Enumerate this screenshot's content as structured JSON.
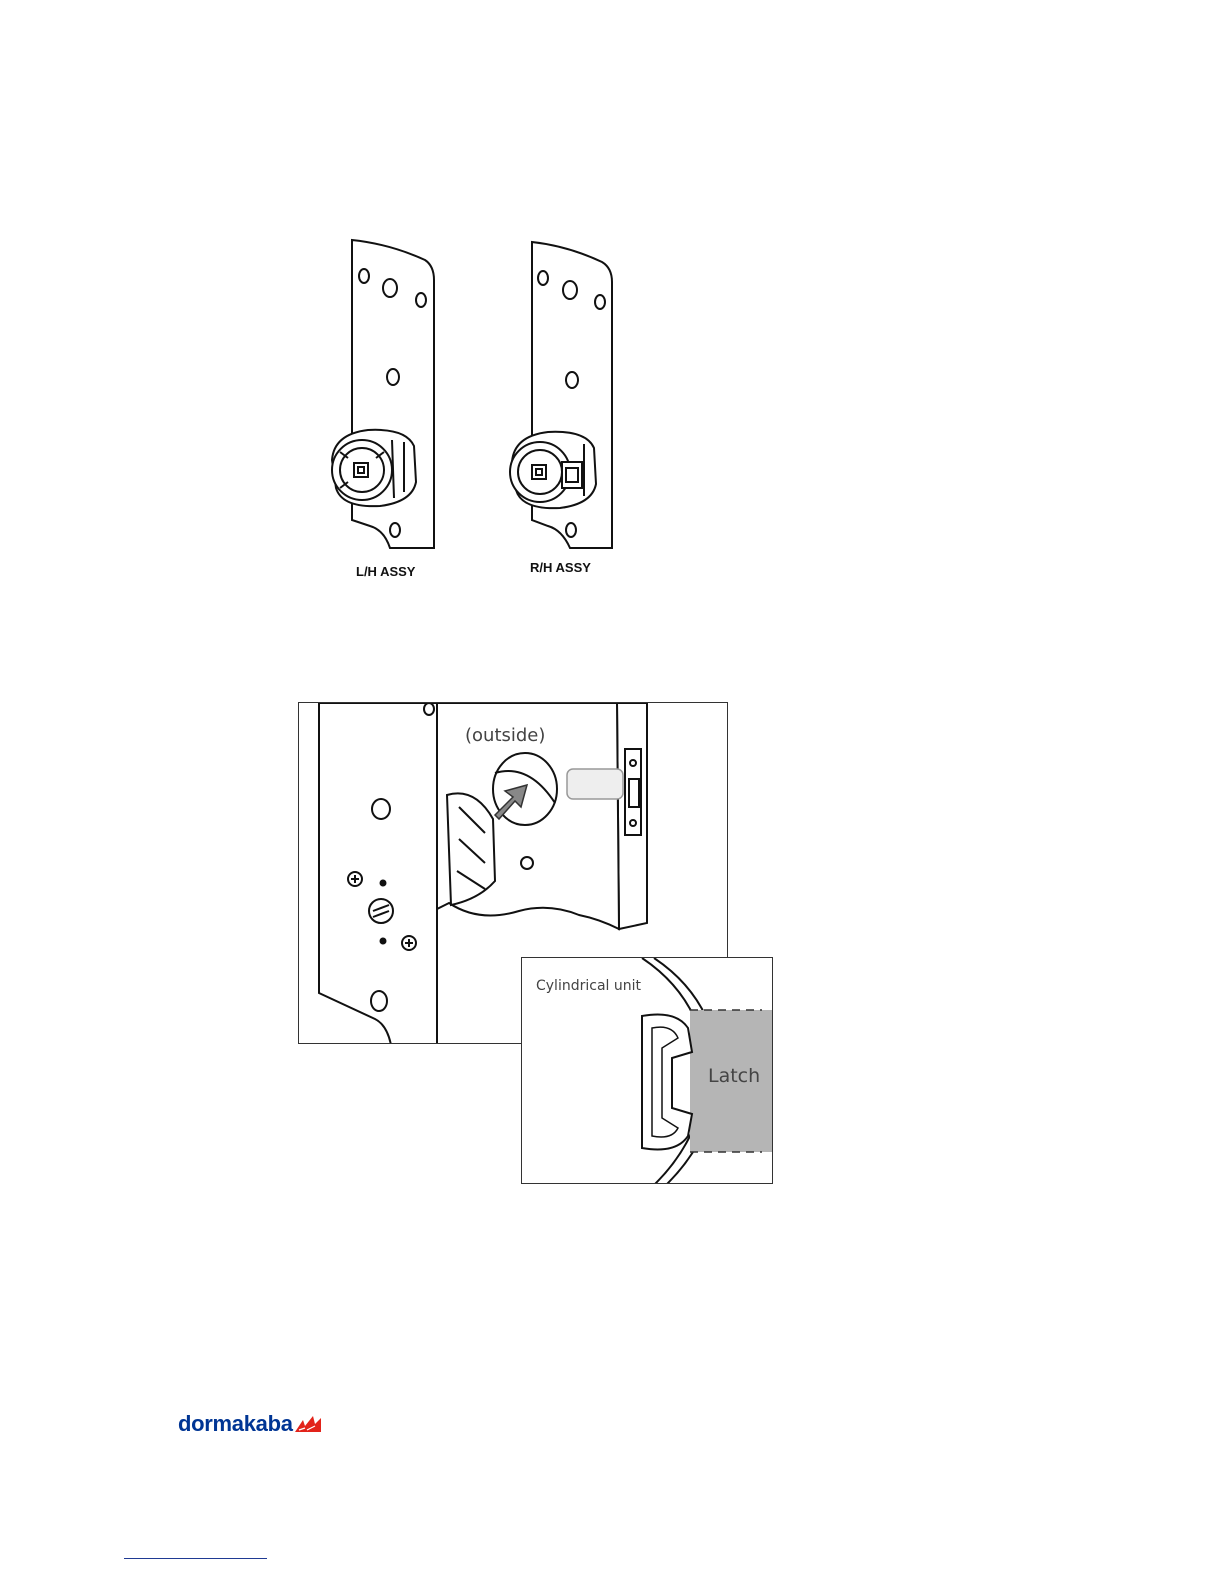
{
  "figure1": {
    "left_label": "L/H  ASSY",
    "right_label": "R/H  ASSY"
  },
  "figure2": {
    "outside_label": "(outside)",
    "inset_title": "Cylindrical unit",
    "inset_latch_label": "Latch"
  },
  "footer": {
    "logo_text": "dormakaba",
    "logo_accent_color": "#e2231a",
    "logo_text_color": "#003594"
  }
}
